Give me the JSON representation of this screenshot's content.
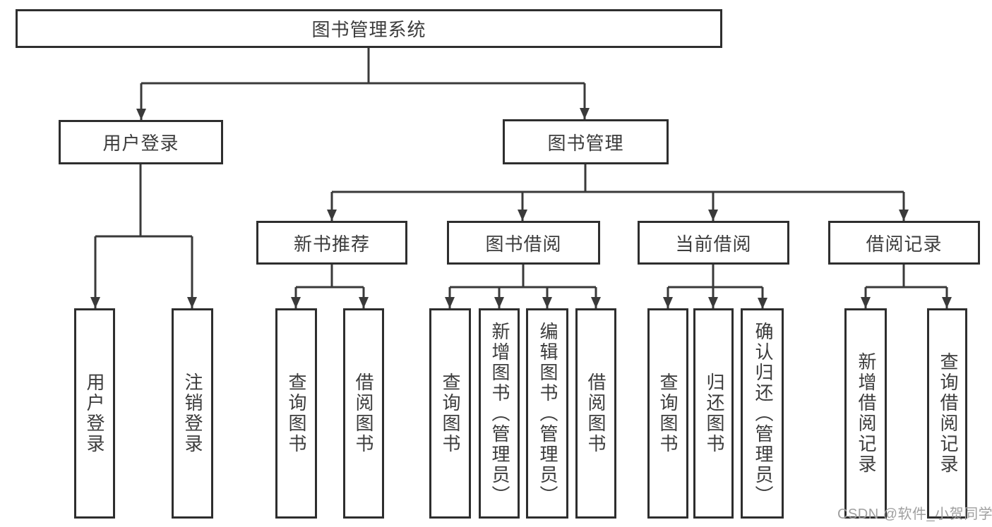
{
  "tree": {
    "label": "图书管理系统",
    "children": [
      {
        "label": "用户登录",
        "children": [
          {
            "label": "用户登录"
          },
          {
            "label": "注销登录"
          }
        ]
      },
      {
        "label": "图书管理",
        "children": [
          {
            "label": "新书推荐",
            "children": [
              {
                "label": "查询图书"
              },
              {
                "label": "借阅图书"
              }
            ]
          },
          {
            "label": "图书借阅",
            "children": [
              {
                "label": "查询图书"
              },
              {
                "label": "新增图书（管理员）"
              },
              {
                "label": "编辑图书（管理员）"
              },
              {
                "label": "借阅图书"
              }
            ]
          },
          {
            "label": "当前借阅",
            "children": [
              {
                "label": "查询图书"
              },
              {
                "label": "归还图书"
              },
              {
                "label": "确认归还（管理员）"
              }
            ]
          },
          {
            "label": "借阅记录",
            "children": [
              {
                "label": "新增借阅记录"
              },
              {
                "label": "查询借阅记录"
              }
            ]
          }
        ]
      }
    ]
  },
  "watermark": {
    "text": "CSDN @软件_小贺同学"
  },
  "colors": {
    "line": "#3a3a3a",
    "box_border": "#2e2e2e",
    "text": "#3c3c3c",
    "watermark": "#9f9f9f"
  }
}
